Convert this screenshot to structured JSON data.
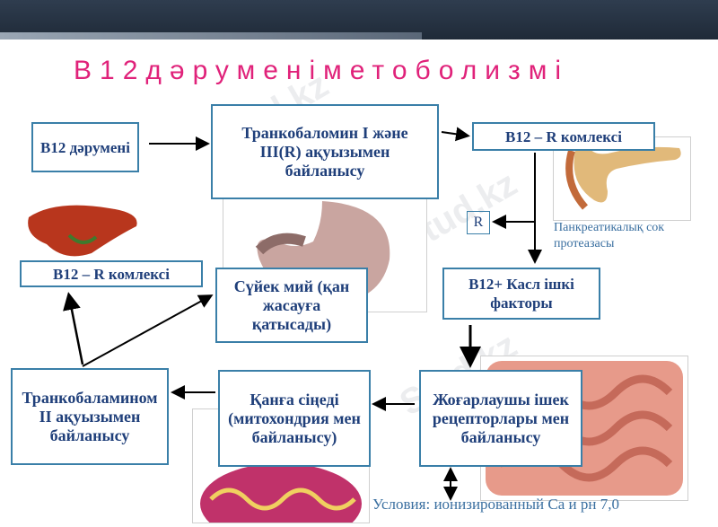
{
  "title": "B12дәруменіметоболизмі",
  "nodes": {
    "b12_vitamin": "B12 дәрумені",
    "trankobalomin": "Транкобаломин I және III(R) ақуызымен байланысу",
    "b12_r_complex_top": "B12 – R комлексі",
    "r_label": "R",
    "pancreatic": "Панкреатикалық сок протеазасы",
    "b12_r_complex_left": "B12 – R комлексі",
    "bone_marrow": "Сүйек мий (қан жасауға қатысады)",
    "b12_castle": "B12+ Касл ішкі факторы",
    "trankobalamin2": "Транкобаламином II ақуызымен байланысу",
    "blood_absorb": "Қанға сіңеді (митохондрия мен байланысу)",
    "ileum_receptors": "Жоғарлаушы ішек рецепторлары мен байланысу"
  },
  "condition": "Условия: ионизированный Ca и рн 7,0",
  "watermark": "Stud.kz"
}
